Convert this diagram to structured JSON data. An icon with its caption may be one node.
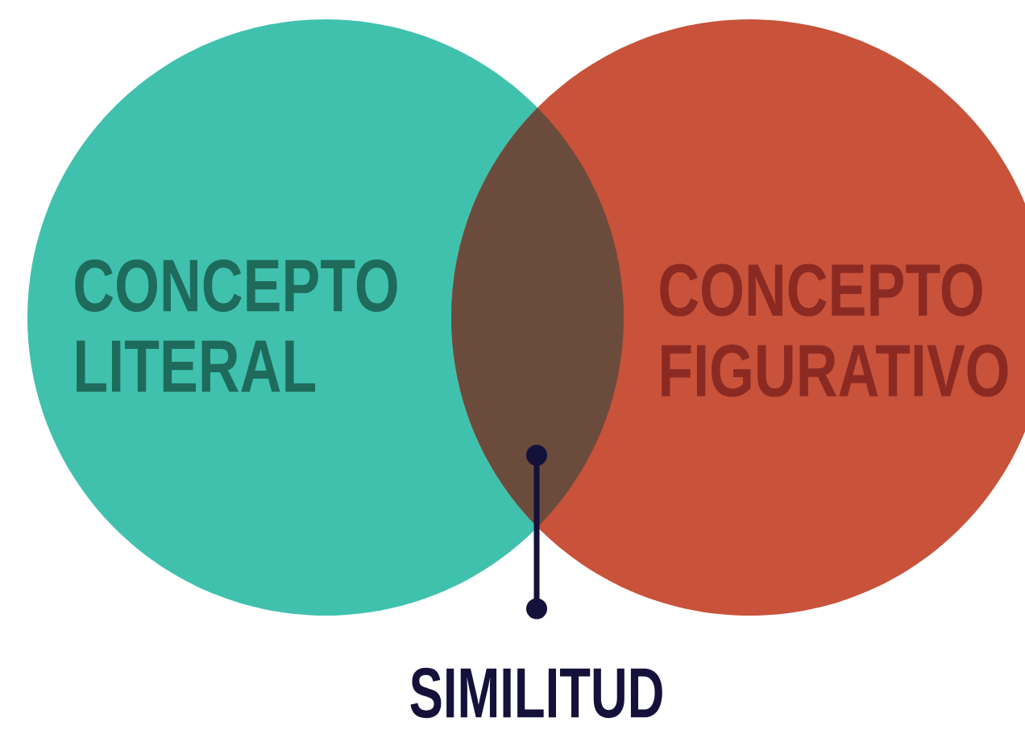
{
  "diagram": {
    "nodes": [
      {
        "text": [
          "CONCEPTO LITERAL"
        ]
      },
      {
        "text": [
          "CONCEPTO FIGURATIVO"
        ]
      },
      {
        "text": [],
        "shape": "lens"
      },
      {
        "text": [
          "SIMILITUD"
        ]
      }
    ],
    "edges": [
      {
        "from": 3,
        "to": 2,
        "arrow": "other"
      }
    ]
  }
}
